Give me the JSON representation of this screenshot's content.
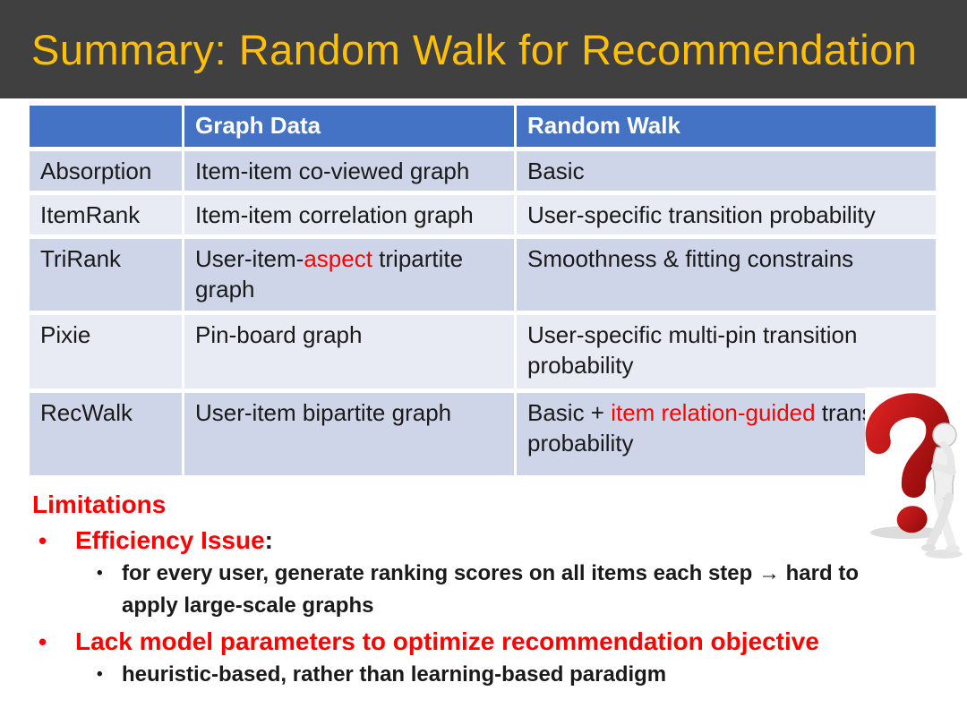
{
  "header": {
    "title": "Summary: Random Walk for Recommendation"
  },
  "colors": {
    "header_bg": "#404040",
    "title": "#FFC000",
    "table_header_bg": "#4472C4",
    "row_dark": "#CFD5E9",
    "row_light": "#E9EBF4",
    "text": "#1A1A1A",
    "red": "#FF0000"
  },
  "glyphs": {
    "bullet": "•",
    "arrow": "→"
  },
  "table": {
    "header": [
      "",
      "Graph Data",
      "Random Walk"
    ],
    "rows": [
      {
        "cells": [
          [
            {
              "t": "Absorption"
            }
          ],
          [
            {
              "t": "Item-item co-viewed graph"
            }
          ],
          [
            {
              "t": "Basic"
            }
          ]
        ]
      },
      {
        "cells": [
          [
            {
              "t": "ItemRank"
            }
          ],
          [
            {
              "t": "Item-item correlation graph"
            }
          ],
          [
            {
              "t": "User-specific transition probability"
            }
          ]
        ]
      },
      {
        "cells": [
          [
            {
              "t": "TriRank"
            }
          ],
          [
            {
              "t": "User-item-"
            },
            {
              "t": "aspect",
              "red": true
            },
            {
              "t": " tripartite graph"
            }
          ],
          [
            {
              "t": "Smoothness & fitting constrains"
            }
          ]
        ]
      },
      {
        "cells": [
          [
            {
              "t": "Pixie"
            }
          ],
          [
            {
              "t": "Pin-board graph"
            }
          ],
          [
            {
              "t": "User-specific multi-pin transition probability"
            }
          ]
        ]
      },
      {
        "cells": [
          [
            {
              "t": "RecWalk"
            }
          ],
          [
            {
              "t": "User-item bipartite graph"
            }
          ],
          [
            {
              "t": "Basic + "
            },
            {
              "t": "item relation-guided",
              "red": true
            },
            {
              "t": " transition probability"
            }
          ]
        ]
      }
    ]
  },
  "limitations": {
    "heading": "Limitations",
    "items": [
      {
        "level": 1,
        "lines": [
          [
            {
              "t": "Efficiency Issue",
              "red": true
            },
            {
              "t": ":"
            }
          ]
        ]
      },
      {
        "level": 2,
        "lines": [
          [
            {
              "t": "for every user, generate ranking scores on all items each step → hard to"
            }
          ],
          [
            {
              "t": "apply large-scale graphs"
            }
          ]
        ]
      },
      {
        "level": 1,
        "lines": [
          [
            {
              "t": "Lack model parameters to optimize recommendation objective",
              "red": true
            }
          ]
        ]
      },
      {
        "level": 2,
        "lines": [
          [
            {
              "t": "heuristic-based, rather than learning-based paradigm"
            }
          ]
        ]
      }
    ]
  },
  "clipart": {
    "icon": "question-mark-thinking-figure"
  }
}
